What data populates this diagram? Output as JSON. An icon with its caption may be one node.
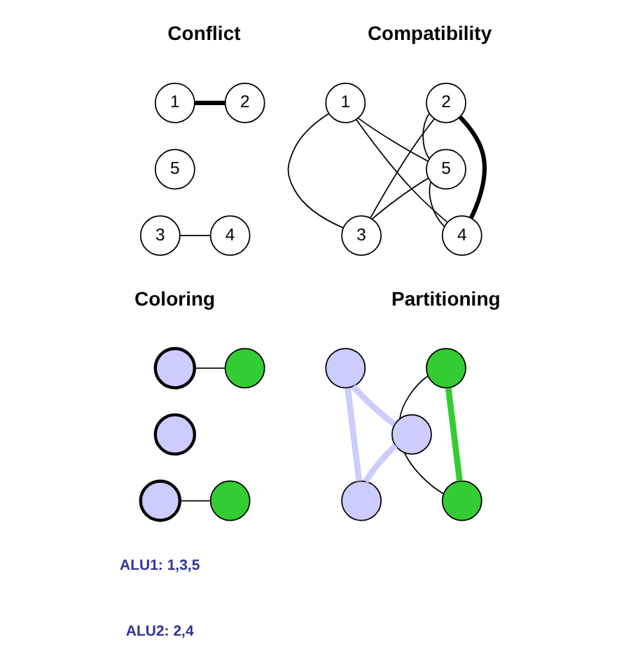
{
  "diagram": {
    "nodes": [
      {
        "text": [
          "1"
        ]
      },
      {
        "text": [
          "2"
        ]
      },
      {
        "text": [
          "5"
        ]
      },
      {
        "text": [
          "3"
        ]
      },
      {
        "text": [
          "4"
        ]
      },
      {
        "text": [
          "1"
        ]
      },
      {
        "text": [
          "2"
        ]
      },
      {
        "text": [
          "5"
        ]
      },
      {
        "text": [
          "3"
        ]
      },
      {
        "text": [
          "4"
        ]
      },
      {
        "text": [],
        "shape": "circle"
      },
      {
        "text": [],
        "shape": "circle"
      },
      {
        "text": [],
        "shape": "circle"
      },
      {
        "text": [],
        "shape": "circle"
      },
      {
        "text": [],
        "shape": "circle"
      },
      {
        "text": [],
        "shape": "circle"
      },
      {
        "text": [],
        "shape": "circle"
      },
      {
        "text": [],
        "shape": "circle"
      },
      {
        "text": [],
        "shape": "circle"
      },
      {
        "text": [],
        "shape": "circle"
      }
    ],
    "edges": [
      {
        "from": 0,
        "to": 1,
        "arrow": "none",
        "style": "thick"
      },
      {
        "from": 3,
        "to": 4,
        "arrow": "none"
      },
      {
        "from": 5,
        "to": 8,
        "arrow": "none"
      },
      {
        "from": 5,
        "to": 7,
        "arrow": "none"
      },
      {
        "from": 5,
        "to": 9,
        "arrow": "none"
      },
      {
        "from": 6,
        "to": 7,
        "arrow": "none"
      },
      {
        "from": 6,
        "to": 8,
        "arrow": "none"
      },
      {
        "from": 6,
        "to": 9,
        "arrow": "none",
        "style": "thick"
      },
      {
        "from": 7,
        "to": 8,
        "arrow": "none"
      },
      {
        "from": 7,
        "to": 9,
        "arrow": "none"
      },
      {
        "from": 10,
        "to": 11,
        "arrow": "none"
      },
      {
        "from": 13,
        "to": 14,
        "arrow": "none"
      },
      {
        "from": 15,
        "to": 18,
        "arrow": "none",
        "style": "thick",
        "color": "#ccccff"
      },
      {
        "from": 15,
        "to": 17,
        "arrow": "none",
        "style": "thick",
        "color": "#ccccff"
      },
      {
        "from": 17,
        "to": 18,
        "arrow": "none",
        "style": "thick",
        "color": "#ccccff"
      },
      {
        "from": 16,
        "to": 17,
        "arrow": "none"
      },
      {
        "from": 17,
        "to": 19,
        "arrow": "none"
      },
      {
        "from": 16,
        "to": 19,
        "arrow": "none",
        "style": "thick",
        "color": "#33cc33"
      }
    ],
    "labels": [
      "Conflict",
      "Compatibility",
      "Coloring",
      "Partitioning",
      "ALU1: 1,3,5",
      "ALU2: 2,4"
    ]
  }
}
